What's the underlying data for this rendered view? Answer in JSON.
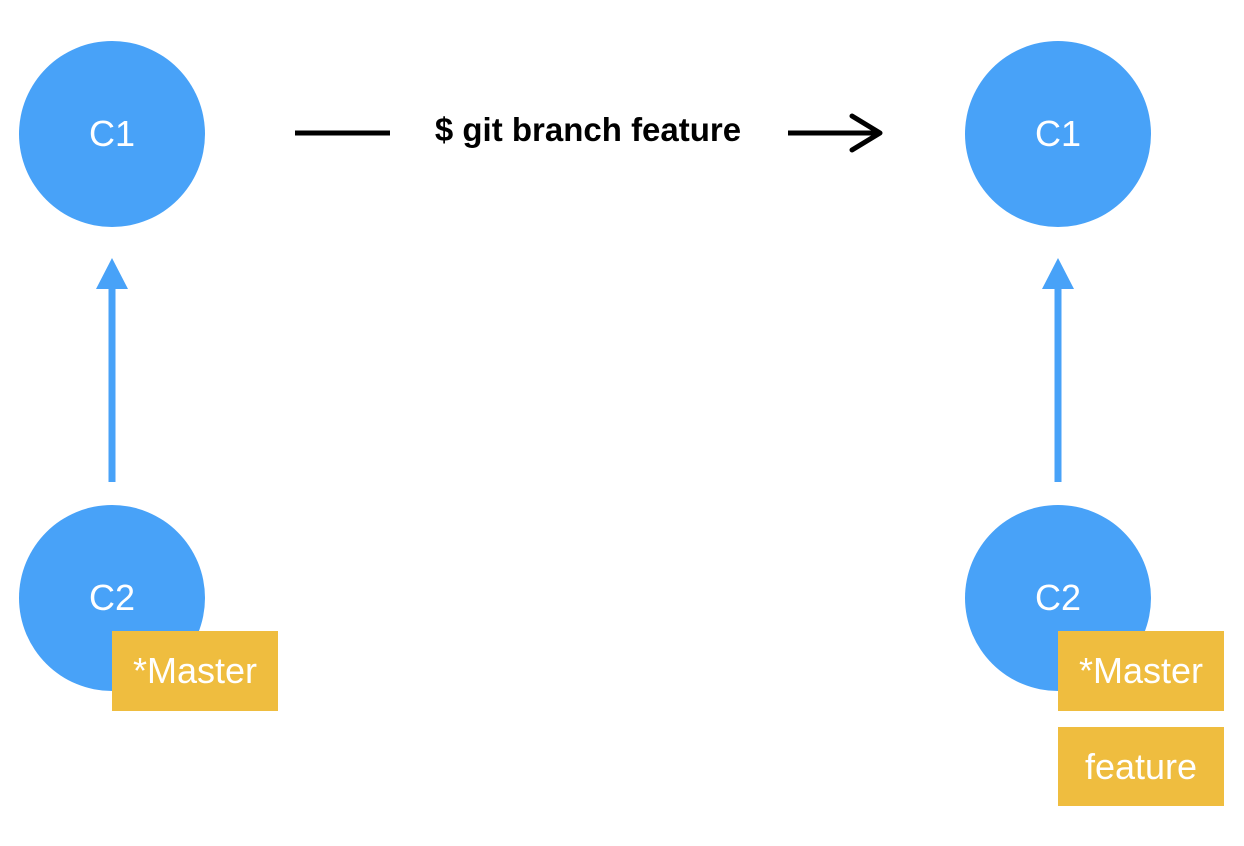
{
  "colors": {
    "commit": "#48a2f8",
    "branch_label": "#efbd3f",
    "arrow": "#000000",
    "text_on_shape": "#ffffff"
  },
  "command": "$ git branch feature",
  "before": {
    "commits": [
      "C1",
      "C2"
    ],
    "labels": [
      "*Master"
    ]
  },
  "after": {
    "commits": [
      "C1",
      "C2"
    ],
    "labels": [
      "*Master",
      "feature"
    ]
  }
}
